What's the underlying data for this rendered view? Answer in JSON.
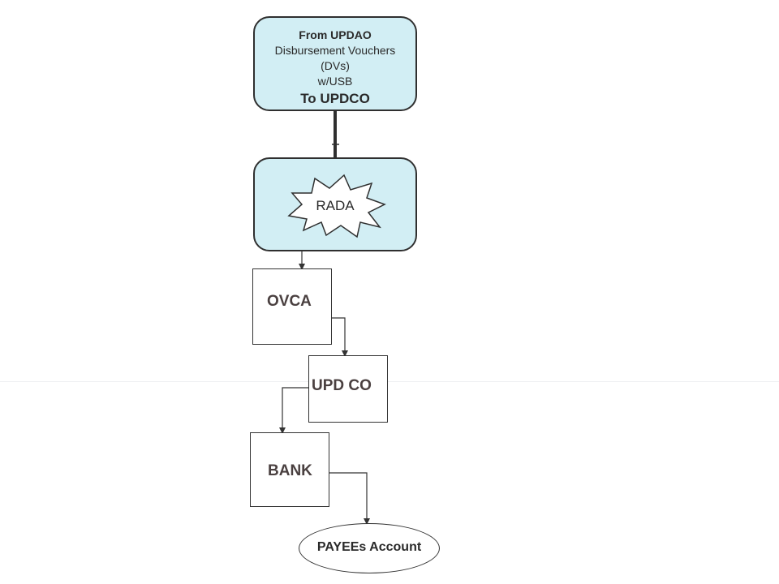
{
  "diagram": {
    "source_box": {
      "lines": [
        "From UPDAO",
        "Disbursement Vouchers",
        "(DVs)",
        "w/USB",
        "To UPDCO"
      ]
    },
    "rada_box": {
      "label": "RADA"
    },
    "ovca_box": {
      "label": "OVCA"
    },
    "updco_box": {
      "label": "UPD CO"
    },
    "bank_box": {
      "label": "BANK"
    },
    "payee_ellipse": {
      "label": "PAYEEs Account"
    },
    "colors": {
      "rounded_fill": "#d2eef4",
      "outline": "#2f2f2f",
      "text": "#2a2a2a"
    }
  }
}
